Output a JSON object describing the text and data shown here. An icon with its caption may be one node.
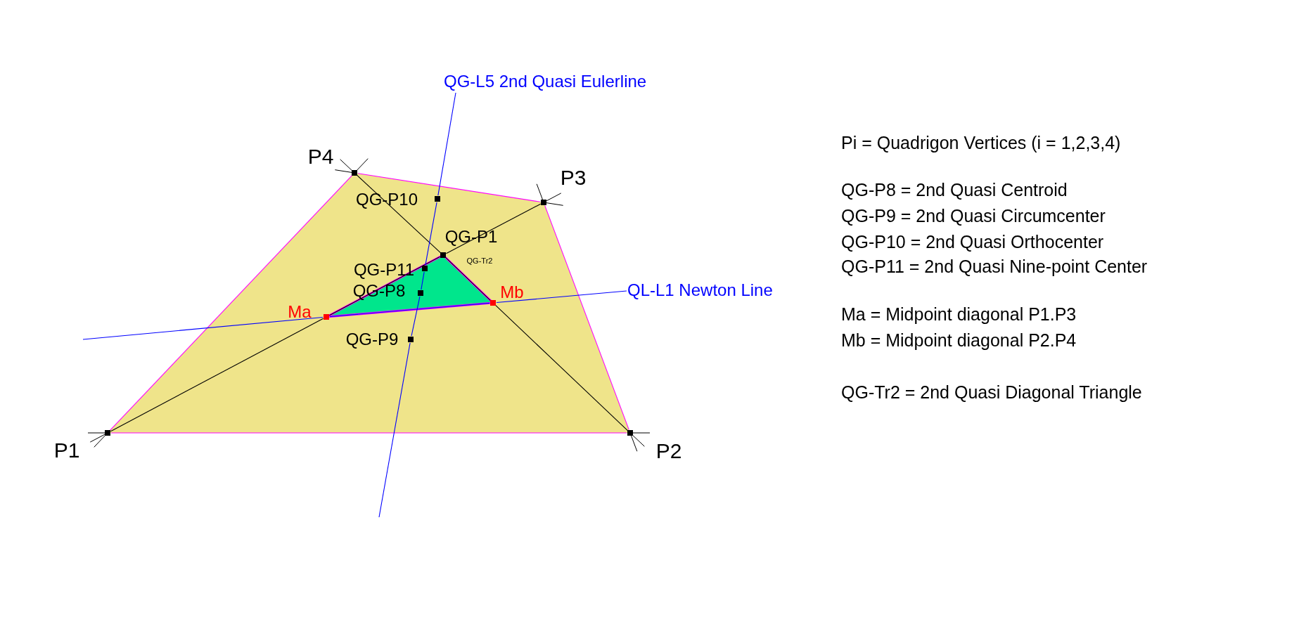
{
  "diagram": {
    "nodes": [
      {
        "text": [],
        "shape": "box",
        "beside": [
          "P4"
        ]
      },
      {
        "text": [],
        "shape": "box",
        "beside": [
          "P3"
        ]
      },
      {
        "text": [],
        "shape": "box",
        "beside": [
          "QG-P10"
        ]
      },
      {
        "text": [],
        "shape": "box",
        "beside": [
          "QG-P1"
        ]
      },
      {
        "text": [],
        "shape": "box",
        "beside": [
          "QG-P11"
        ],
        "in": 11
      },
      {
        "text": [],
        "shape": "box",
        "beside": [
          "QG-P8"
        ],
        "in": 11
      },
      {
        "text": [],
        "shape": "box",
        "beside": [
          "Ma"
        ]
      },
      {
        "text": [],
        "shape": "box",
        "beside": [
          "Mb"
        ]
      },
      {
        "text": [],
        "shape": "box",
        "beside": [
          "QG-P9"
        ]
      },
      {
        "text": [],
        "shape": "box",
        "beside": [
          "P1"
        ]
      },
      {
        "text": [],
        "shape": "box",
        "beside": [
          "P2"
        ]
      },
      {
        "text": [],
        "shape": "triangle",
        "beside": [
          "QG-Tr2"
        ]
      },
      {
        "text": [
          "QG-L5 2nd Quasi Eulerline"
        ]
      },
      {
        "text": [
          "QL-L1 Newton Line"
        ]
      }
    ],
    "edges": [
      {
        "from": 9,
        "to": 10,
        "arrow": "none",
        "color": "#ff00ff"
      },
      {
        "from": 10,
        "to": 1,
        "arrow": "none",
        "color": "#ff00ff"
      },
      {
        "from": 1,
        "to": 0,
        "arrow": "none",
        "color": "#ff00ff"
      },
      {
        "from": 0,
        "to": 9,
        "arrow": "none",
        "color": "#ff00ff"
      },
      {
        "from": 9,
        "to": 6,
        "arrow": "none",
        "color": "#000000"
      },
      {
        "from": 6,
        "to": 3,
        "arrow": "none",
        "color": "#000000"
      },
      {
        "from": 3,
        "to": 1,
        "arrow": "none",
        "color": "#000000"
      },
      {
        "from": 10,
        "to": 7,
        "arrow": "none",
        "color": "#000000"
      },
      {
        "from": 7,
        "to": 3,
        "arrow": "none",
        "color": "#000000"
      },
      {
        "from": 3,
        "to": 0,
        "arrow": "none",
        "color": "#000000"
      },
      {
        "from": 12,
        "to": 2,
        "arrow": "none",
        "color": "#0000ff"
      },
      {
        "from": 2,
        "to": 4,
        "arrow": "none",
        "color": "#0000ff"
      },
      {
        "from": 4,
        "to": 5,
        "arrow": "none",
        "color": "#0000ff"
      },
      {
        "from": 5,
        "to": 8,
        "arrow": "none",
        "color": "#0000ff"
      },
      {
        "from": 8,
        "to": null,
        "arrow": "none",
        "color": "#0000ff"
      },
      {
        "from": null,
        "to": 6,
        "arrow": "none",
        "color": "#0000ff"
      },
      {
        "from": 6,
        "to": 7,
        "arrow": "none",
        "color": "#0000ff"
      },
      {
        "from": 7,
        "to": 13,
        "arrow": "none",
        "color": "#0000ff"
      }
    ],
    "labels": [
      "Pi = Quadrigon Vertices (i = 1,2,3,4)",
      "QG-P8 = 2nd Quasi Centroid",
      "QG-P9 = 2nd Quasi Circumcenter",
      "QG-P10 = 2nd Quasi Orthocenter",
      "QG-P11 = 2nd Quasi Nine-point Center",
      "Ma = Midpoint diagonal P1.P3",
      "Mb = Midpoint diagonal P2.P4",
      "QG-Tr2 = 2nd Quasi Diagonal Triangle"
    ]
  }
}
